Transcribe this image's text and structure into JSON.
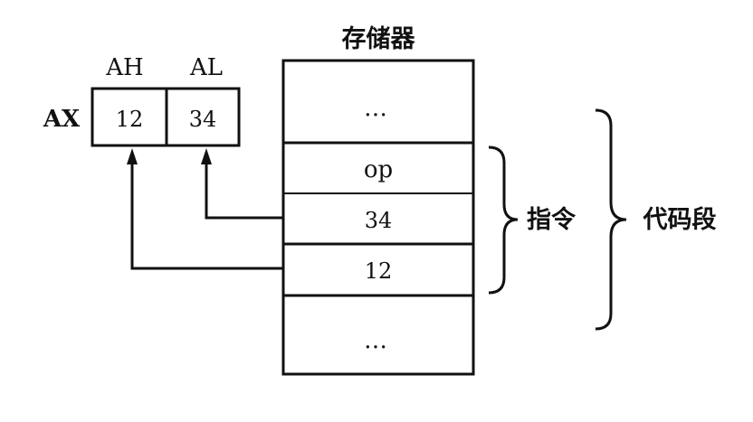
{
  "register": {
    "name": "AX",
    "high_label": "AH",
    "low_label": "AL",
    "high_value": "12",
    "low_value": "34"
  },
  "memory": {
    "title": "存储器",
    "cells": [
      "…",
      "op",
      "34",
      "12",
      "…"
    ]
  },
  "braces": {
    "instruction": "指令",
    "code_segment": "代码段"
  }
}
